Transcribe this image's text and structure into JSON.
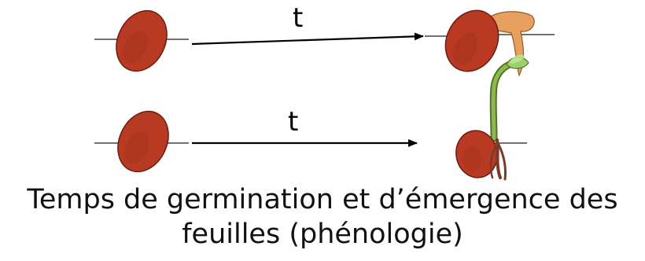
{
  "diagram": {
    "rows": [
      {
        "arrow_label": "t",
        "stage_shown": "seed-sprouting"
      },
      {
        "arrow_label": "t",
        "stage_shown": "seedling-with-leaves"
      }
    ],
    "caption_line1": "Temps de germination et d’émergence des",
    "caption_line2": "feuilles (phénologie)",
    "colors": {
      "seed": "#b83a22",
      "seed_shadow": "#8f2714",
      "sprout": "#e8a060",
      "stem": "#6f9a3a",
      "leaf": "#9bd06a",
      "root": "#7a3a2a",
      "soil_line": "#444444"
    }
  }
}
